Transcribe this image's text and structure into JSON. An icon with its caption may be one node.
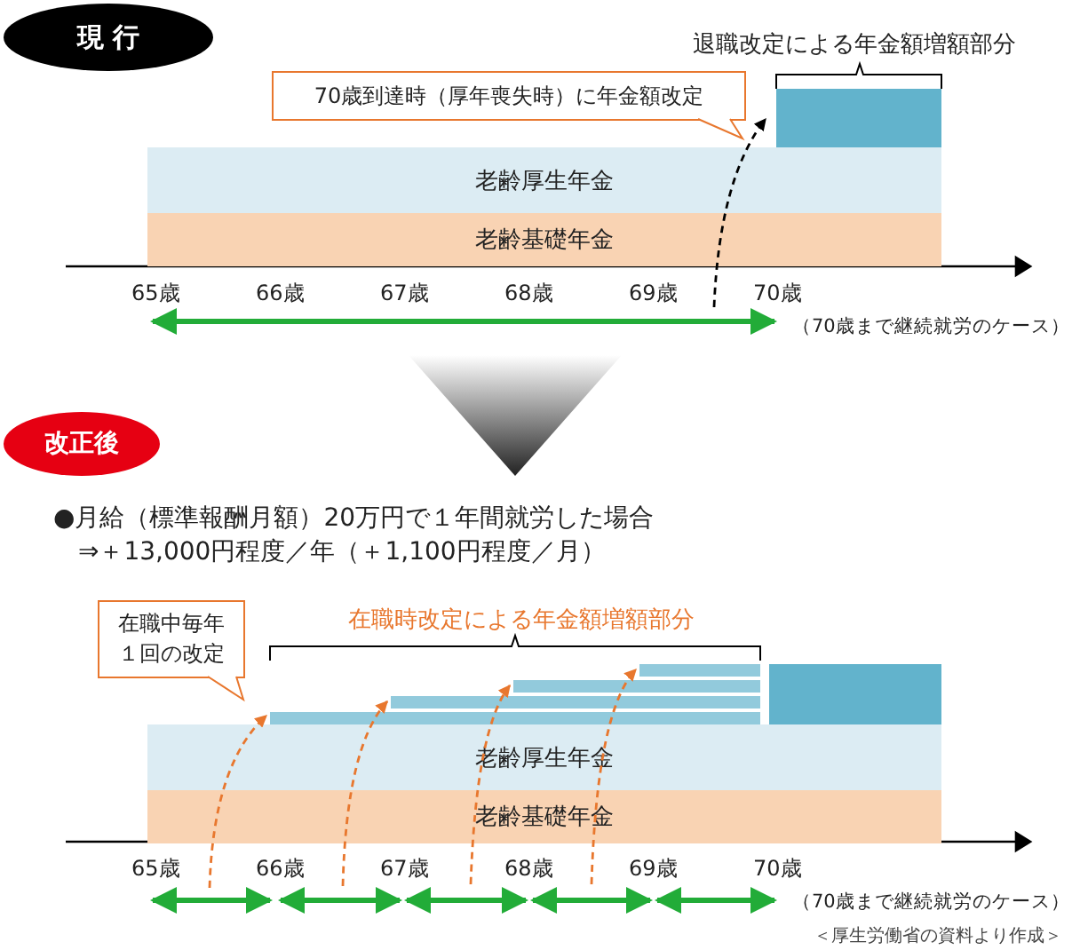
{
  "diagram": {
    "nodes": [
      {
        "text": [
          "現 行"
        ]
      },
      {
        "text": [
          "70歳到達時（厚年喪失時）に年金額改定"
        ]
      },
      {
        "text": [],
        "shape": "box"
      },
      {
        "text": [
          "老齢厚生年金"
        ]
      },
      {
        "text": [
          "老齢基礎年金"
        ]
      },
      {
        "text": [
          "改正後"
        ]
      },
      {
        "text": [
          "在職中毎年１回の改定"
        ]
      },
      {
        "text": [],
        "shape": "bar"
      },
      {
        "text": [],
        "shape": "bar"
      },
      {
        "text": [],
        "shape": "bar"
      },
      {
        "text": [],
        "shape": "bar"
      },
      {
        "text": [],
        "shape": "box"
      },
      {
        "text": [
          "老齢厚生年金"
        ]
      },
      {
        "text": [
          "老齢基礎年金"
        ]
      },
      {
        "text": [],
        "shape": "triangle"
      }
    ],
    "edges": [
      {
        "from": null,
        "to": 2,
        "arrow": "to",
        "style": "dashed",
        "color": "#000000"
      },
      {
        "from": null,
        "to": 7,
        "arrow": "to",
        "style": "dashed"
      },
      {
        "from": null,
        "to": 8,
        "arrow": "to",
        "style": "dashed"
      },
      {
        "from": null,
        "to": 9,
        "arrow": "to",
        "style": "dashed"
      },
      {
        "from": null,
        "to": 10,
        "arrow": "to",
        "style": "dashed"
      }
    ],
    "labels": [
      "退職改定による年金額増額部分",
      "65歳",
      "66歳",
      "67歳",
      "68歳",
      "69歳",
      "70歳",
      "（70歳まで継続就労のケース）",
      "●月給（標準報酬月額）20万円で１年間就労した場合",
      "⇒＋13,000円程度／年（＋1,100円程度／月）",
      "在職時改定による年金額増額部分",
      "65歳",
      "66歳",
      "67歳",
      "68歳",
      "69歳",
      "70歳",
      "（70歳まで継続就労のケース）",
      "＜厚生労働省の資料より作成＞"
    ]
  }
}
